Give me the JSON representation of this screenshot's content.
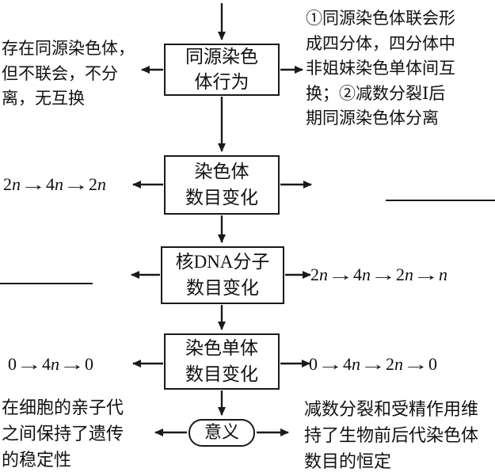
{
  "diagram": {
    "boxes": {
      "homologous_behavior": {
        "lines": [
          "同源染色",
          "体行为"
        ]
      },
      "chromosome_number": {
        "lines": [
          "染色体",
          "数目变化"
        ]
      },
      "dna_number": {
        "lines": [
          "核DNA分子",
          "数目变化"
        ]
      },
      "chromatid_number": {
        "lines": [
          "染色单体",
          "数目变化"
        ]
      },
      "meaning": {
        "lines": [
          "意义"
        ]
      }
    },
    "annotations": {
      "mitosis_homologous": "存在同源染色体，\n但不联会，不分\n离，无互换",
      "meiosis_homologous": "①同源染色体联会形\n成四分体，四分体中\n非姐妹染色单体间互\n换；②减数分裂Ⅰ后\n期同源染色体分离",
      "mitosis_chromosome_seq": "2n → 4n → 2n",
      "meiosis_dna_seq": "2n → 4n → 2n → n",
      "mitosis_chromatid_seq": "0 → 4n → 0",
      "meiosis_chromatid_seq": "0 → 4n → 2n → 0",
      "mitosis_meaning": "在细胞的亲子代\n之间保持了遗传\n的稳定性",
      "meiosis_meaning": "减数分裂和受精作用维\n持了生物前后代染色体\n数目的恒定"
    },
    "colors": {
      "line": "#1a1a1a",
      "text": "#111111",
      "background": "#ffffff"
    }
  }
}
